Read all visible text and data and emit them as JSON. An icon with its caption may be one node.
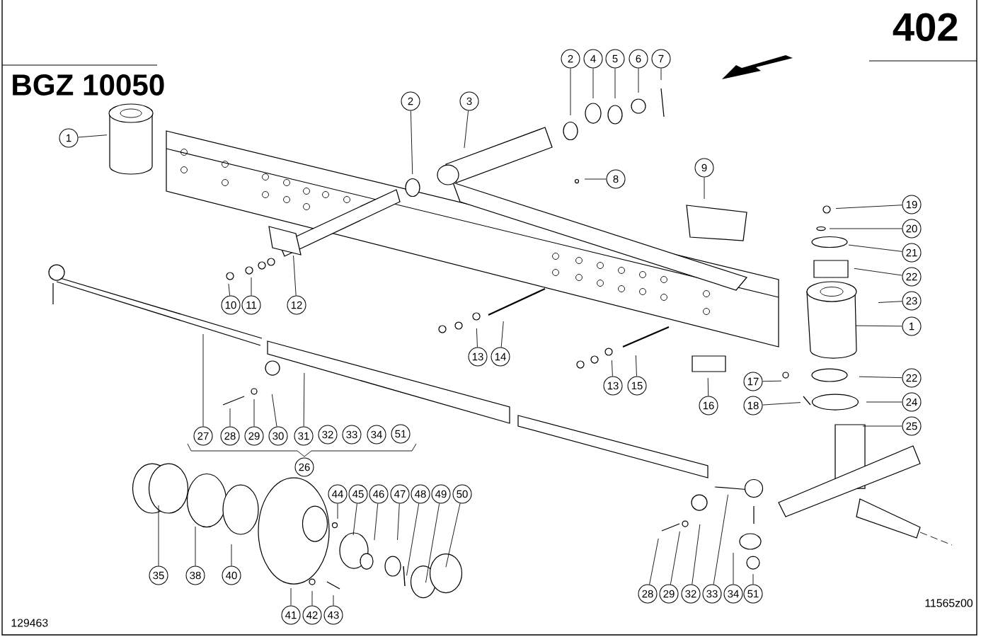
{
  "diagram": {
    "nodes": [
      {
        "text": [
          "1"
        ]
      },
      {
        "text": [
          "2"
        ]
      },
      {
        "text": [
          "2"
        ]
      },
      {
        "text": [
          "4"
        ]
      },
      {
        "text": [
          "5"
        ]
      },
      {
        "text": [
          "6"
        ]
      },
      {
        "text": [
          "7"
        ]
      },
      {
        "text": [
          "3"
        ]
      },
      {
        "text": [
          "8"
        ]
      },
      {
        "text": [
          "9"
        ]
      },
      {
        "text": [
          "19"
        ]
      },
      {
        "text": [
          "20"
        ]
      },
      {
        "text": [
          "21"
        ]
      },
      {
        "text": [
          "22"
        ]
      },
      {
        "text": [
          "23"
        ]
      },
      {
        "text": [
          "1"
        ]
      },
      {
        "text": [
          "10"
        ]
      },
      {
        "text": [
          "11"
        ]
      },
      {
        "text": [
          "12"
        ]
      },
      {
        "text": [
          "13"
        ]
      },
      {
        "text": [
          "14"
        ]
      },
      {
        "text": [
          "13"
        ]
      },
      {
        "text": [
          "15"
        ]
      },
      {
        "text": [
          "16"
        ]
      },
      {
        "text": [
          "17"
        ]
      },
      {
        "text": [
          "18"
        ]
      },
      {
        "text": [
          "22"
        ]
      },
      {
        "text": [
          "24"
        ]
      },
      {
        "text": [
          "25"
        ]
      },
      {
        "text": [
          "27"
        ]
      },
      {
        "text": [
          "28"
        ]
      },
      {
        "text": [
          "29"
        ]
      },
      {
        "text": [
          "30"
        ]
      },
      {
        "text": [
          "31"
        ]
      },
      {
        "text": [
          "32"
        ]
      },
      {
        "text": [
          "33"
        ]
      },
      {
        "text": [
          "34"
        ]
      },
      {
        "text": [
          "51"
        ]
      },
      {
        "text": [
          "26"
        ]
      },
      {
        "text": [
          "35"
        ]
      },
      {
        "text": [
          "38"
        ]
      },
      {
        "text": [
          "40"
        ]
      },
      {
        "text": [
          "41"
        ]
      },
      {
        "text": [
          "42"
        ]
      },
      {
        "text": [
          "43"
        ]
      },
      {
        "text": [
          "44"
        ]
      },
      {
        "text": [
          "45"
        ]
      },
      {
        "text": [
          "46"
        ]
      },
      {
        "text": [
          "47"
        ]
      },
      {
        "text": [
          "48"
        ]
      },
      {
        "text": [
          "49"
        ]
      },
      {
        "text": [
          "50"
        ]
      },
      {
        "text": [
          "28"
        ]
      },
      {
        "text": [
          "29"
        ]
      },
      {
        "text": [
          "32"
        ]
      },
      {
        "text": [
          "33"
        ]
      },
      {
        "text": [
          "34"
        ]
      },
      {
        "text": [
          "51"
        ]
      }
    ],
    "edges": [
      {
        "from": 0,
        "to": null,
        "arrow": "none"
      },
      {
        "from": 1,
        "to": null,
        "arrow": "none"
      },
      {
        "from": 2,
        "to": null,
        "arrow": "none"
      },
      {
        "from": 3,
        "to": null,
        "arrow": "none"
      },
      {
        "from": 4,
        "to": null,
        "arrow": "none"
      },
      {
        "from": 5,
        "to": null,
        "arrow": "none"
      },
      {
        "from": 6,
        "to": null,
        "arrow": "none"
      },
      {
        "from": 7,
        "to": null,
        "arrow": "none"
      },
      {
        "from": 8,
        "to": null,
        "arrow": "none"
      },
      {
        "from": 9,
        "to": null,
        "arrow": "none"
      },
      {
        "from": 10,
        "to": null,
        "arrow": "none"
      },
      {
        "from": 11,
        "to": null,
        "arrow": "none"
      },
      {
        "from": 12,
        "to": null,
        "arrow": "none"
      },
      {
        "from": 13,
        "to": null,
        "arrow": "none"
      },
      {
        "from": 14,
        "to": null,
        "arrow": "none"
      },
      {
        "from": 15,
        "to": null,
        "arrow": "none"
      },
      {
        "from": 16,
        "to": null,
        "arrow": "none"
      },
      {
        "from": 17,
        "to": null,
        "arrow": "none"
      },
      {
        "from": 18,
        "to": null,
        "arrow": "none"
      },
      {
        "from": 19,
        "to": null,
        "arrow": "none"
      },
      {
        "from": 20,
        "to": null,
        "arrow": "none"
      },
      {
        "from": 21,
        "to": null,
        "arrow": "none"
      },
      {
        "from": 22,
        "to": null,
        "arrow": "none"
      },
      {
        "from": 23,
        "to": null,
        "arrow": "none"
      },
      {
        "from": 24,
        "to": null,
        "arrow": "none"
      },
      {
        "from": 25,
        "to": null,
        "arrow": "none"
      },
      {
        "from": 26,
        "to": null,
        "arrow": "none"
      },
      {
        "from": 27,
        "to": null,
        "arrow": "none"
      },
      {
        "from": 28,
        "to": null,
        "arrow": "none"
      },
      {
        "from": 29,
        "to": null,
        "arrow": "none"
      },
      {
        "from": 30,
        "to": null,
        "arrow": "none"
      },
      {
        "from": 31,
        "to": null,
        "arrow": "none"
      },
      {
        "from": 32,
        "to": null,
        "arrow": "none"
      },
      {
        "from": 33,
        "to": null,
        "arrow": "none"
      },
      {
        "from": 39,
        "to": null,
        "arrow": "none"
      },
      {
        "from": 40,
        "to": null,
        "arrow": "none"
      },
      {
        "from": 41,
        "to": null,
        "arrow": "none"
      },
      {
        "from": 42,
        "to": null,
        "arrow": "none"
      },
      {
        "from": 43,
        "to": null,
        "arrow": "none"
      },
      {
        "from": 44,
        "to": null,
        "arrow": "none"
      },
      {
        "from": 45,
        "to": null,
        "arrow": "none"
      },
      {
        "from": 46,
        "to": null,
        "arrow": "none"
      },
      {
        "from": 47,
        "to": null,
        "arrow": "none"
      },
      {
        "from": 48,
        "to": null,
        "arrow": "none"
      },
      {
        "from": 49,
        "to": null,
        "arrow": "none"
      },
      {
        "from": 50,
        "to": null,
        "arrow": "none"
      },
      {
        "from": 51,
        "to": null,
        "arrow": "none"
      },
      {
        "from": 52,
        "to": null,
        "arrow": "none"
      },
      {
        "from": 53,
        "to": null,
        "arrow": "none"
      },
      {
        "from": 54,
        "to": null,
        "arrow": "none"
      },
      {
        "from": 55,
        "to": null,
        "arrow": "none"
      },
      {
        "from": 56,
        "to": null,
        "arrow": "none"
      },
      {
        "from": 57,
        "to": null,
        "arrow": "none"
      }
    ],
    "labels": [
      "402",
      "BGZ 10050",
      "11565z00",
      "129463"
    ]
  }
}
